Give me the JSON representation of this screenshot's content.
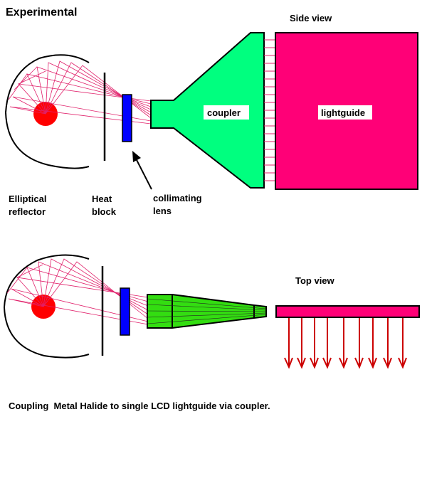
{
  "title": "Experimental",
  "side_view": {
    "heading": "Side view",
    "coupler_label": "coupler",
    "lightguide_label": "lightguide"
  },
  "top_view": {
    "heading": "Top view"
  },
  "component_labels": {
    "reflector": [
      "Elliptical",
      "reflector"
    ],
    "heat_block": [
      "Heat",
      "block"
    ],
    "lens": [
      "collimating",
      "lens"
    ]
  },
  "caption": "Coupling  Metal Halide to single LCD lightguide via coupler.",
  "colors": {
    "lamp": "#ff0000",
    "rays": "#e0206a",
    "lens": "#0000ff",
    "coupler_side": "#00ff7f",
    "coupler_top": "#33dd11",
    "lightguide": "#ff0077",
    "exit_arrows": "#cc0000",
    "outline": "#000000"
  }
}
